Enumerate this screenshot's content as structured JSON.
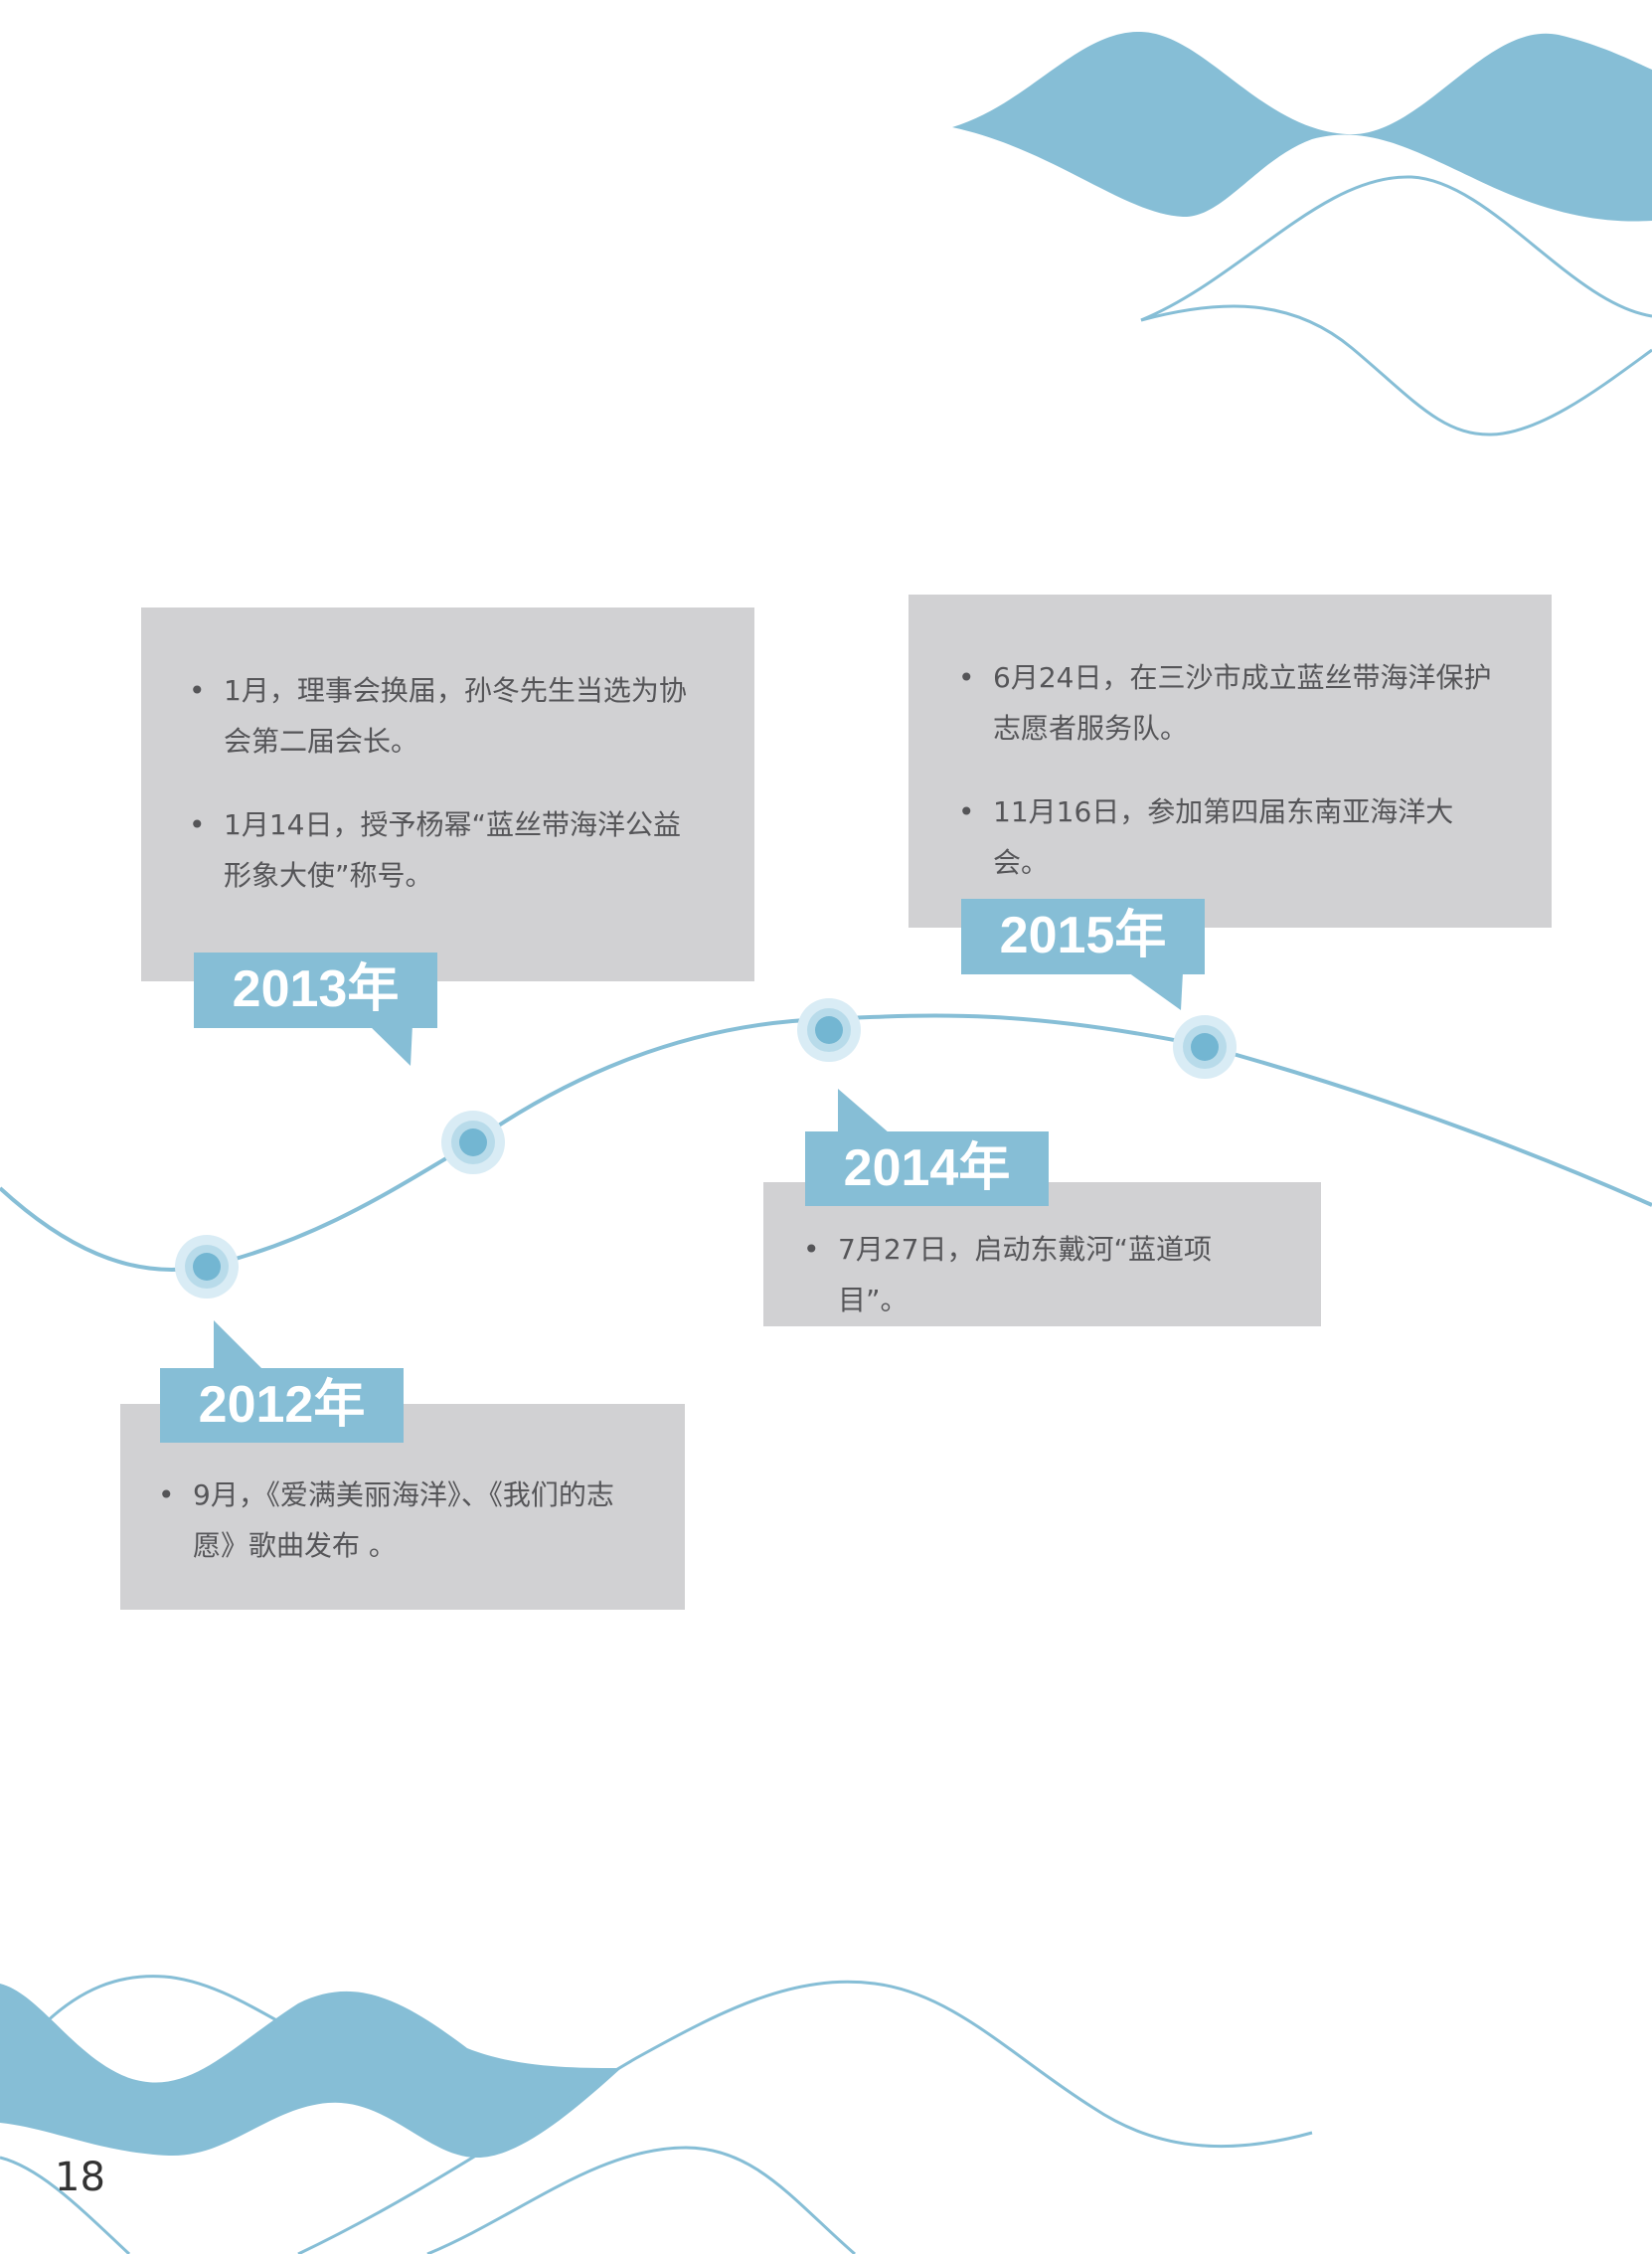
{
  "colors": {
    "accent": "#86bed6",
    "box": "#d1d1d3",
    "text": "#555558",
    "node": "#73b6d2",
    "node_halo": "#d9ecf5"
  },
  "timeline": [
    {
      "year": "2012年",
      "events": [
        "9月，《爱满美丽海洋》、《我们的志愿》歌曲发布 。"
      ]
    },
    {
      "year": "2013年",
      "events": [
        "1月，理事会换届，孙冬先生当选为协会第二届会长。",
        "1月14日，授予杨幂“蓝丝带海洋公益形象大使”称号。"
      ]
    },
    {
      "year": "2014年",
      "events": [
        "7月27日，启动东戴河“蓝道项目”。"
      ]
    },
    {
      "year": "2015年",
      "events": [
        "6月24日，在三沙市成立蓝丝带海洋保护志愿者服务队。",
        "11月16日，参加第四届东南亚海洋大会。"
      ]
    }
  ],
  "page_number": "18"
}
